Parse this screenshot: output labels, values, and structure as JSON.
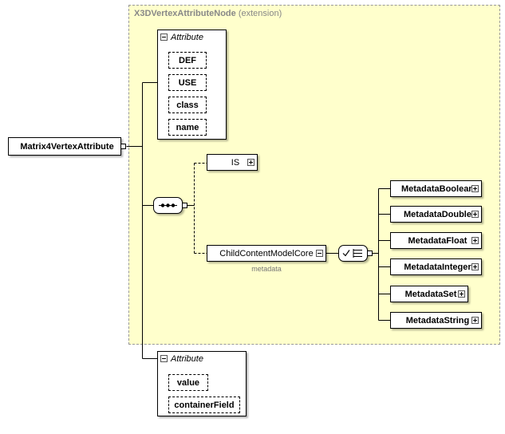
{
  "diagram": {
    "title": "Matrix4VertexAttribute",
    "extension_region": {
      "name": "X3DVertexAttributeNode",
      "suffix": "(extension)"
    },
    "attribute_group_top": {
      "header": "Attribute",
      "items": [
        {
          "label": "DEF"
        },
        {
          "label": "USE"
        },
        {
          "label": "class"
        },
        {
          "label": "name"
        }
      ]
    },
    "attribute_group_bottom": {
      "header": "Attribute",
      "items": [
        {
          "label": "value"
        },
        {
          "label": "containerField"
        }
      ]
    },
    "content_nodes": {
      "is": {
        "label": "IS",
        "expander": "plus"
      },
      "child_content_model": {
        "label": "ChildContentModelCore",
        "caption": "metadata",
        "expander": "minus"
      }
    },
    "metadata_nodes": [
      {
        "label": "MetadataBoolean",
        "expander": "plus"
      },
      {
        "label": "MetadataDouble",
        "expander": "plus"
      },
      {
        "label": "MetadataFloat",
        "expander": "plus"
      },
      {
        "label": "MetadataInteger",
        "expander": "plus"
      },
      {
        "label": "MetadataSet",
        "expander": "plus"
      },
      {
        "label": "MetadataString",
        "expander": "plus"
      }
    ],
    "compositors": {
      "sequence": "sequence-symbol",
      "choice": "choice-symbol"
    },
    "colors": {
      "extension_fill": "#ffffcc",
      "extension_border": "#999999",
      "line": "#000000",
      "label_muted": "#888888"
    }
  }
}
